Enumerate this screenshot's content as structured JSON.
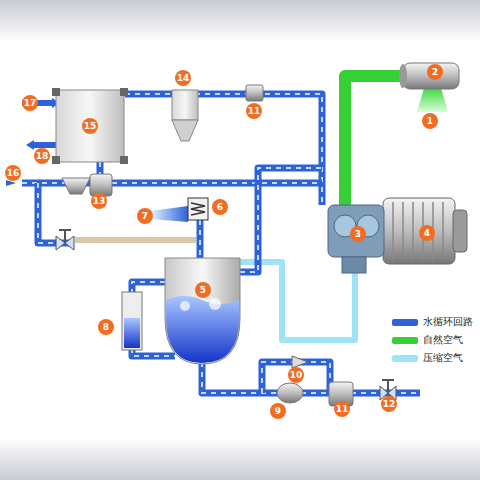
{
  "diagram": {
    "labels": [
      "17",
      "14",
      "11",
      "2",
      "1",
      "15",
      "18",
      "16",
      "13",
      "7",
      "6",
      "3",
      "4",
      "5",
      "8",
      "10",
      "9",
      "11",
      "12"
    ],
    "legend": [
      {
        "text": "水循环回路",
        "color": "#2d62d8"
      },
      {
        "text": "自然空气",
        "color": "#35d035"
      },
      {
        "text": "压缩空气",
        "color": "#9fe3f7"
      }
    ]
  }
}
